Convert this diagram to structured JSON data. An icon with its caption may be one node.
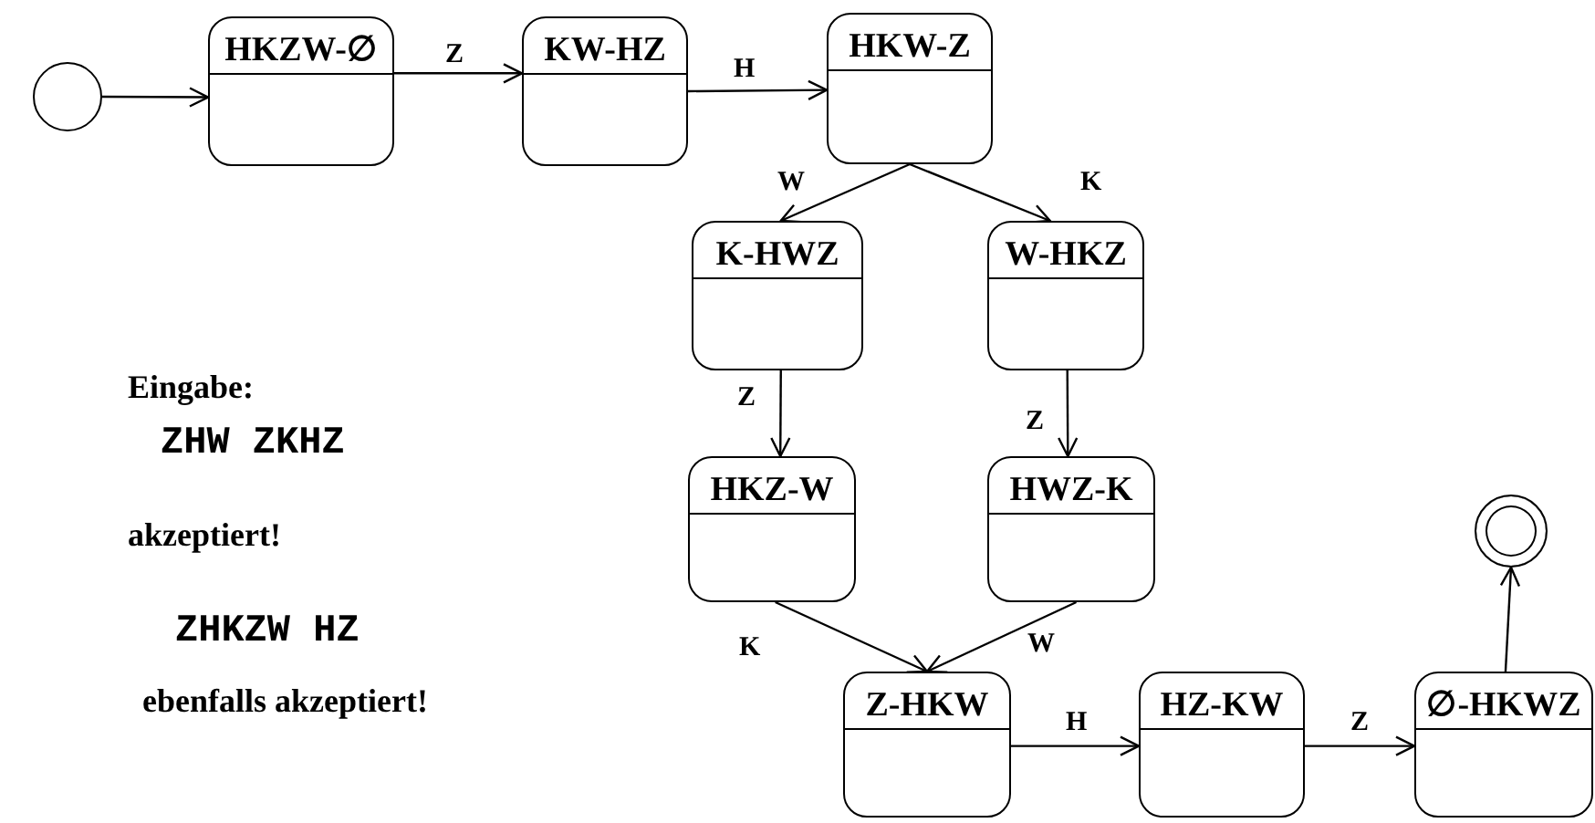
{
  "diagram": {
    "nodes": [
      {
        "text": [],
        "shape": "circle"
      },
      {
        "text": [
          "HKZW-∅"
        ]
      },
      {
        "text": [
          "KW-HZ"
        ]
      },
      {
        "text": [
          "HKW-Z"
        ]
      },
      {
        "text": [
          "K-HWZ"
        ]
      },
      {
        "text": [
          "W-HKZ"
        ]
      },
      {
        "text": [
          "HKZ-W"
        ]
      },
      {
        "text": [
          "HWZ-K"
        ]
      },
      {
        "text": [
          "Z-HKW"
        ]
      },
      {
        "text": [
          "HZ-KW"
        ]
      },
      {
        "text": [
          "∅-HKWZ"
        ]
      },
      {
        "text": [],
        "shape": "circle"
      }
    ],
    "edges": [
      {
        "from": 0,
        "to": 1,
        "arrow": "to"
      },
      {
        "from": 1,
        "to": 2,
        "arrow": "to",
        "label": "Z"
      },
      {
        "from": 2,
        "to": 3,
        "arrow": "to",
        "label": "H"
      },
      {
        "from": 3,
        "to": 4,
        "arrow": "to",
        "label": "W"
      },
      {
        "from": 3,
        "to": 5,
        "arrow": "to",
        "label": "K"
      },
      {
        "from": 4,
        "to": 6,
        "arrow": "to",
        "label": "Z"
      },
      {
        "from": 5,
        "to": 7,
        "arrow": "to",
        "label": "Z"
      },
      {
        "from": 6,
        "to": 8,
        "arrow": "to",
        "label": "K"
      },
      {
        "from": 7,
        "to": 8,
        "arrow": "to",
        "label": "W"
      },
      {
        "from": 8,
        "to": 9,
        "arrow": "to",
        "label": "H"
      },
      {
        "from": 9,
        "to": 10,
        "arrow": "to",
        "label": "Z"
      },
      {
        "from": 10,
        "to": 11,
        "arrow": "to"
      }
    ],
    "labels": [
      "Eingabe:",
      "ZHW ZKHZ",
      "akzeptiert!",
      "ZHKZW HZ",
      "ebenfalls akzeptiert!"
    ]
  }
}
